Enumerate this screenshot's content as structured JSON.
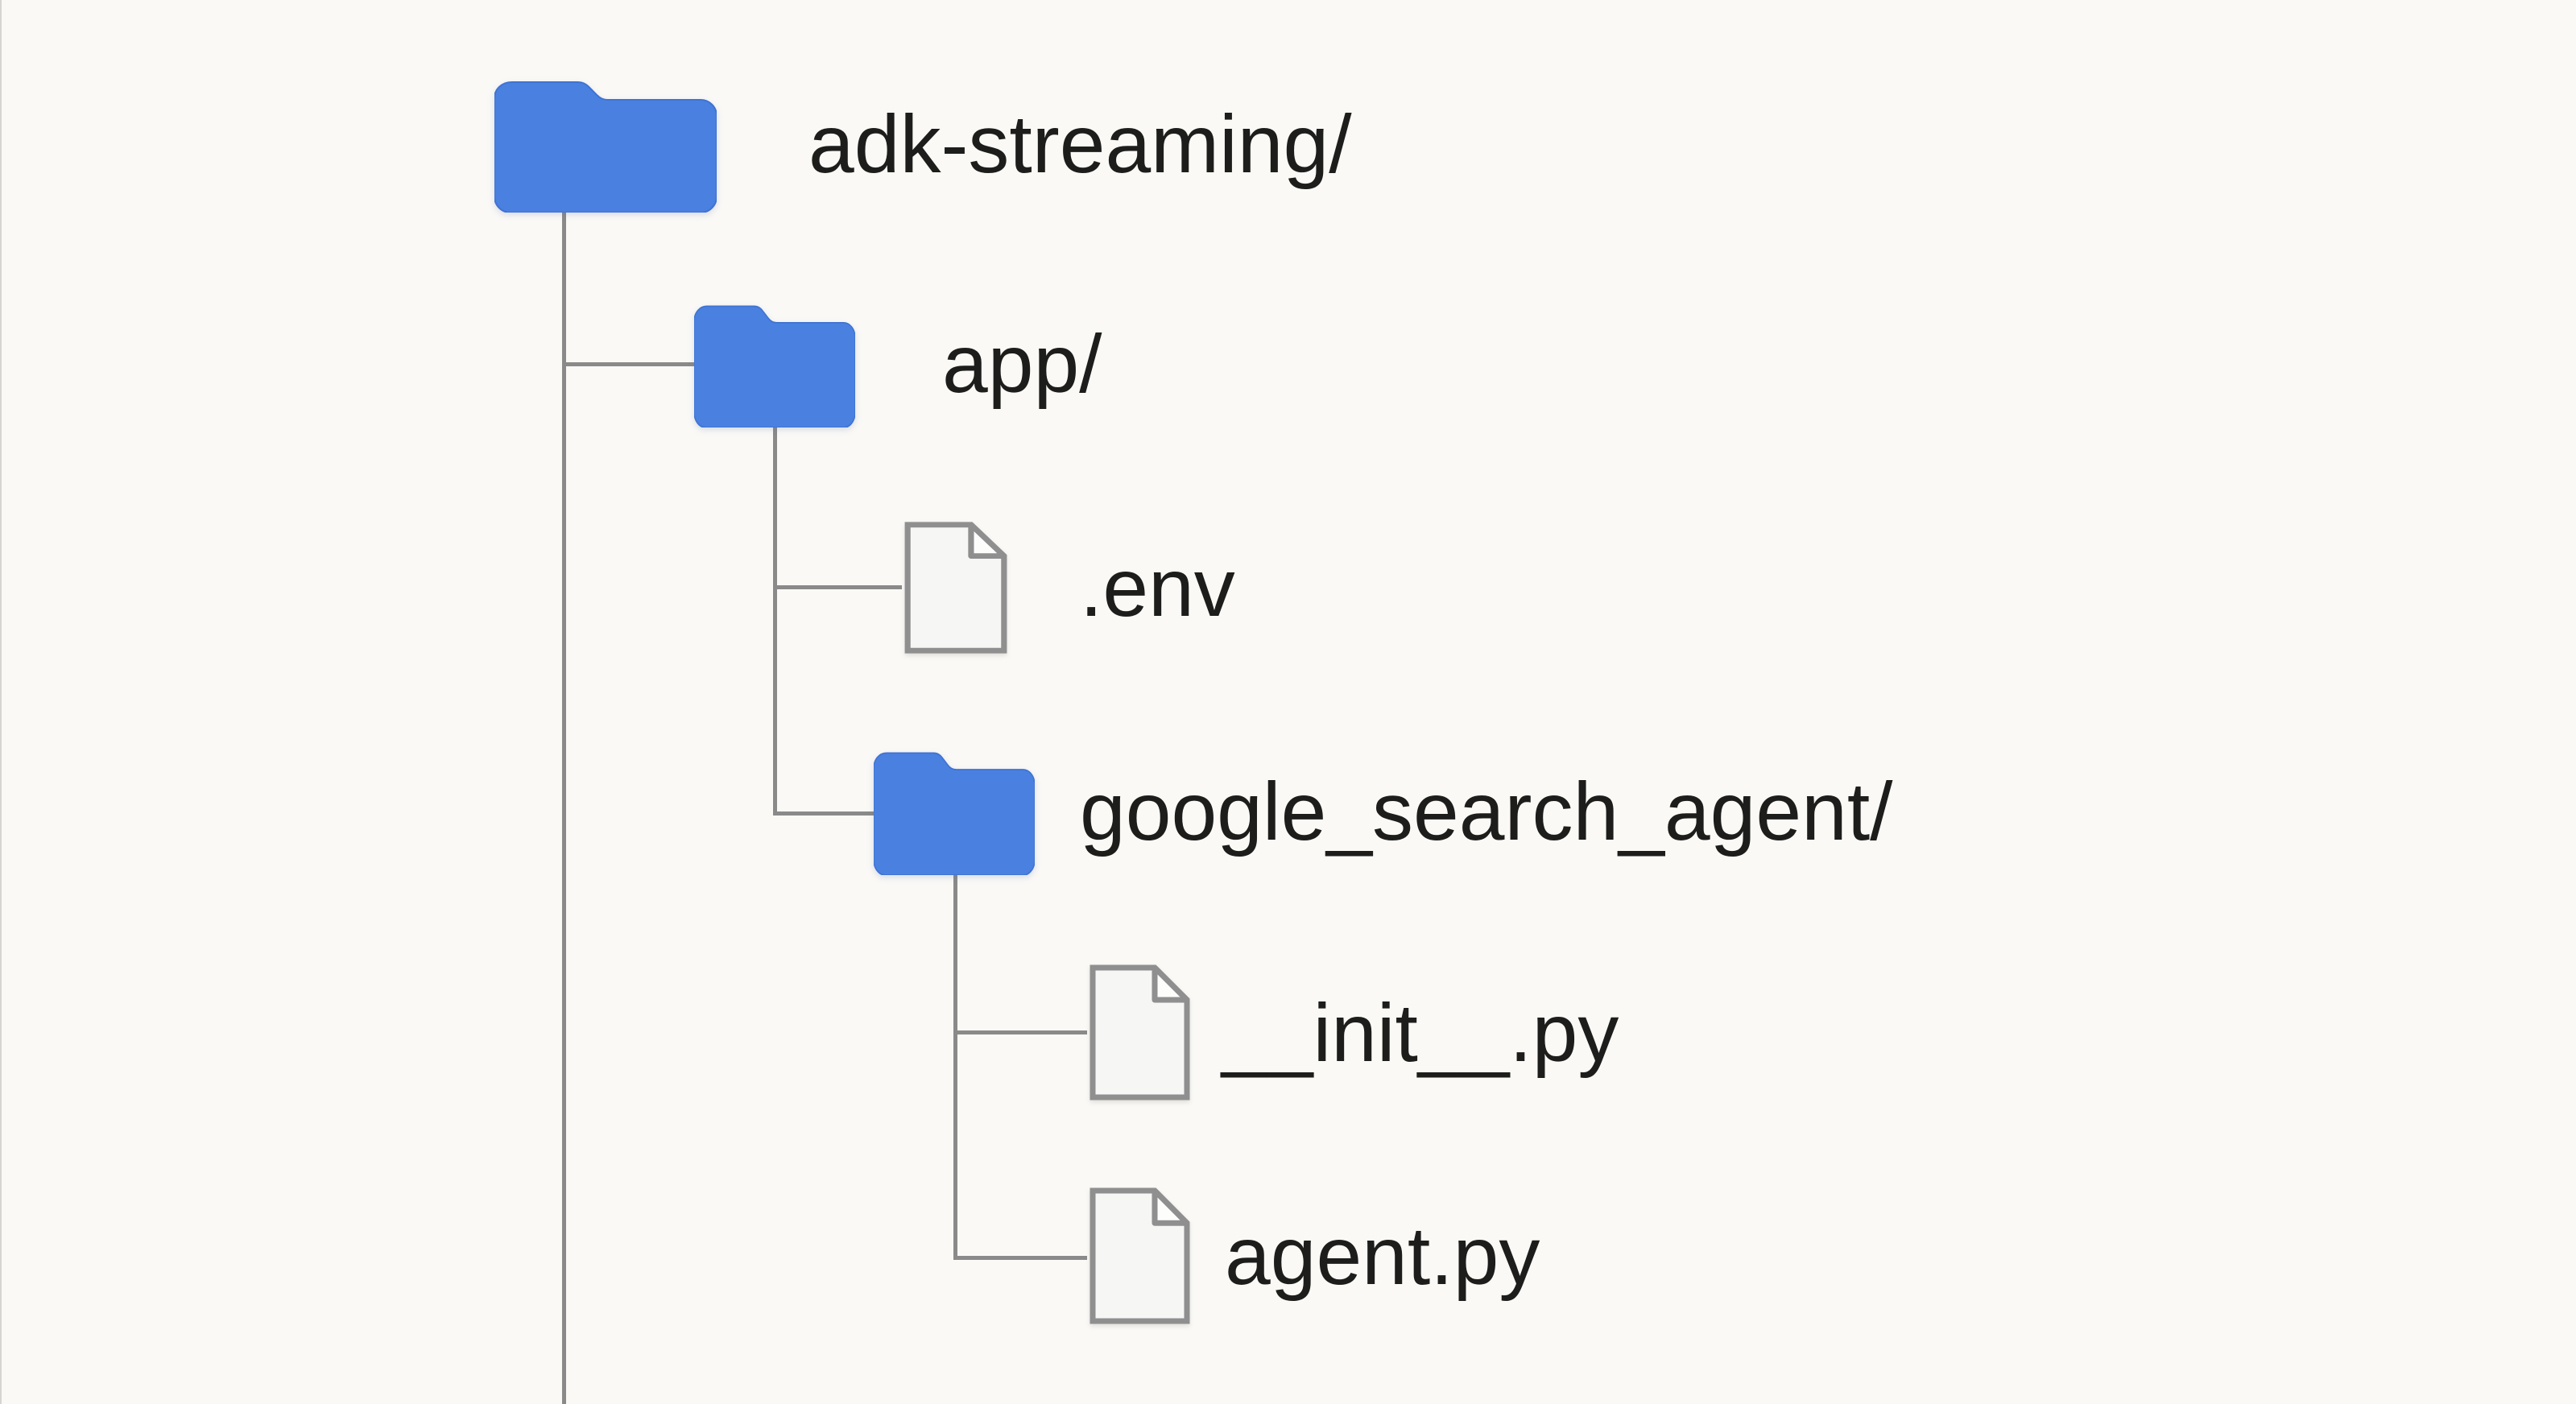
{
  "tree": {
    "nodes": [
      {
        "id": "adk-streaming",
        "label": "adk-streaming/",
        "type": "folder",
        "depth": 0,
        "parent": null
      },
      {
        "id": "app",
        "label": "app/",
        "type": "folder",
        "depth": 1,
        "parent": "adk-streaming"
      },
      {
        "id": "env",
        "label": ".env",
        "type": "file",
        "depth": 2,
        "parent": "app"
      },
      {
        "id": "google_search_agent",
        "label": "google_search_agent/",
        "type": "folder",
        "depth": 2,
        "parent": "app"
      },
      {
        "id": "init",
        "label": "__init__.py",
        "type": "file",
        "depth": 3,
        "parent": "google_search_agent"
      },
      {
        "id": "agent",
        "label": "agent.py",
        "type": "file",
        "depth": 3,
        "parent": "google_search_agent"
      }
    ]
  },
  "colors": {
    "background": "#faf9f6",
    "folder_blue": "#4a81e0",
    "folder_blue_edge": "#3f73d2",
    "connector_gray": "#8a8a8a",
    "file_fill": "#f6f6f4",
    "file_outline": "#8f8f8f",
    "label_text": "#1d1d1b"
  }
}
